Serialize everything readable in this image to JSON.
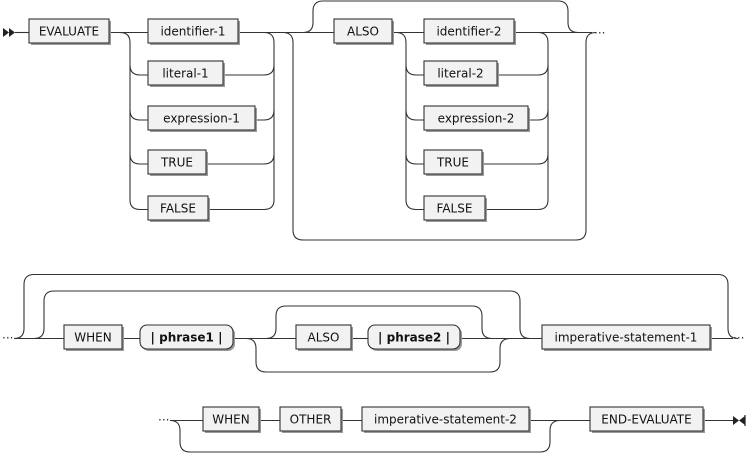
{
  "diagram": {
    "line1": {
      "evaluate": "EVALUATE",
      "subject_options": [
        "identifier-1",
        "literal-1",
        "expression-1",
        "TRUE",
        "FALSE"
      ],
      "also": "ALSO",
      "also_options": [
        "identifier-2",
        "literal-2",
        "expression-2",
        "TRUE",
        "FALSE"
      ],
      "continuation": "···"
    },
    "line2": {
      "continuation_in": "···",
      "when": "WHEN",
      "phrase1": "| phrase1 |",
      "also": "ALSO",
      "phrase2": "| phrase2 |",
      "statement": "imperative-statement-1",
      "continuation_out": "···"
    },
    "line3": {
      "continuation_in": "···",
      "when": "WHEN",
      "other": "OTHER",
      "statement": "imperative-statement-2",
      "end": "END-EVALUATE"
    }
  }
}
